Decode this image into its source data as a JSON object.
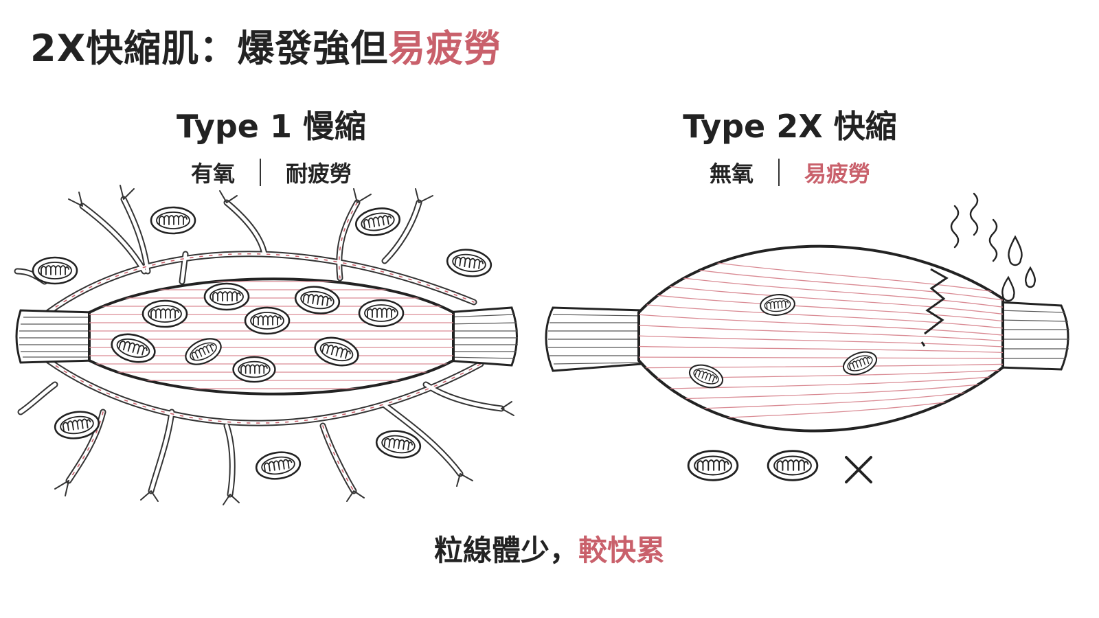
{
  "title": {
    "prefix": "2X快縮肌：爆發強但",
    "highlight": "易疲勞"
  },
  "left_panel": {
    "title": "Type 1 慢縮",
    "sub_left": "有氧",
    "sub_right": "耐疲勞"
  },
  "right_panel": {
    "title": "Type 2X 快縮",
    "sub_left": "無氧",
    "sub_right": "易疲勞"
  },
  "caption": {
    "prefix": "粒線體少，",
    "highlight": "較快累"
  },
  "colors": {
    "accent": "#c9606b",
    "ink": "#222222",
    "fiber": "#d98a93"
  },
  "icons": {
    "mitochondrion": "mitochondrion-icon",
    "fatigue_crack": "crack-icon",
    "sweat": "sweat-drop-icon",
    "heat": "heat-wave-icon",
    "absence": "x-mark-icon"
  }
}
